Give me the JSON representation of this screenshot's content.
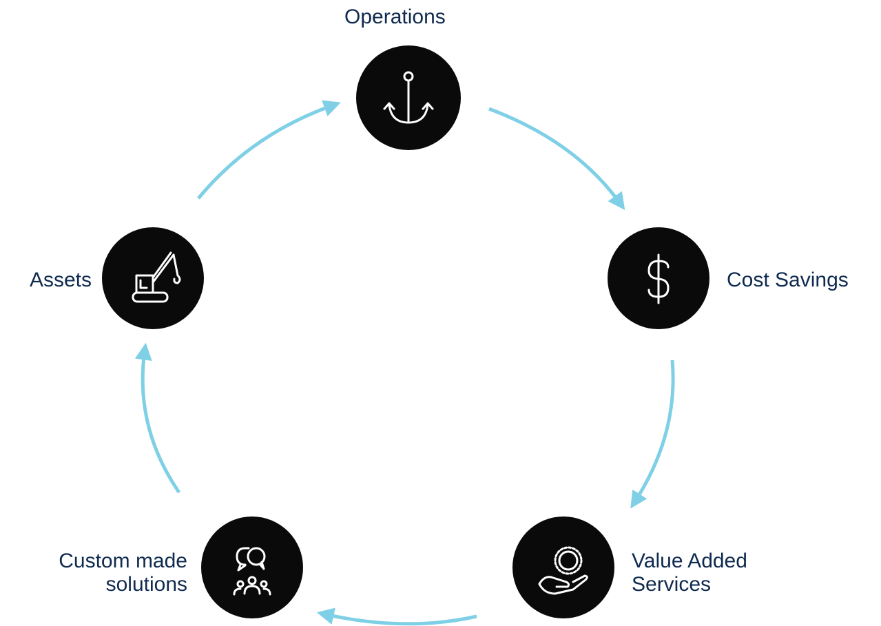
{
  "diagram": {
    "nodes": [
      {
        "id": "operations",
        "label": "Operations",
        "icon": "anchor-icon"
      },
      {
        "id": "cost-savings",
        "label": "Cost Savings",
        "icon": "dollar-icon"
      },
      {
        "id": "value-added-services",
        "label_line1": "Value Added",
        "label_line2": "Services",
        "icon": "hand-gear-icon"
      },
      {
        "id": "custom-made-solutions",
        "label_line1": "Custom made",
        "label_line2": "solutions",
        "icon": "team-chat-icon"
      },
      {
        "id": "assets",
        "label": "Assets",
        "icon": "crane-icon"
      }
    ],
    "flow": "clockwise",
    "colors": {
      "node_fill": "#0a0a0a",
      "icon_stroke": "#ffffff",
      "arrow": "#7fd0e6",
      "text": "#0f2a4f"
    }
  }
}
